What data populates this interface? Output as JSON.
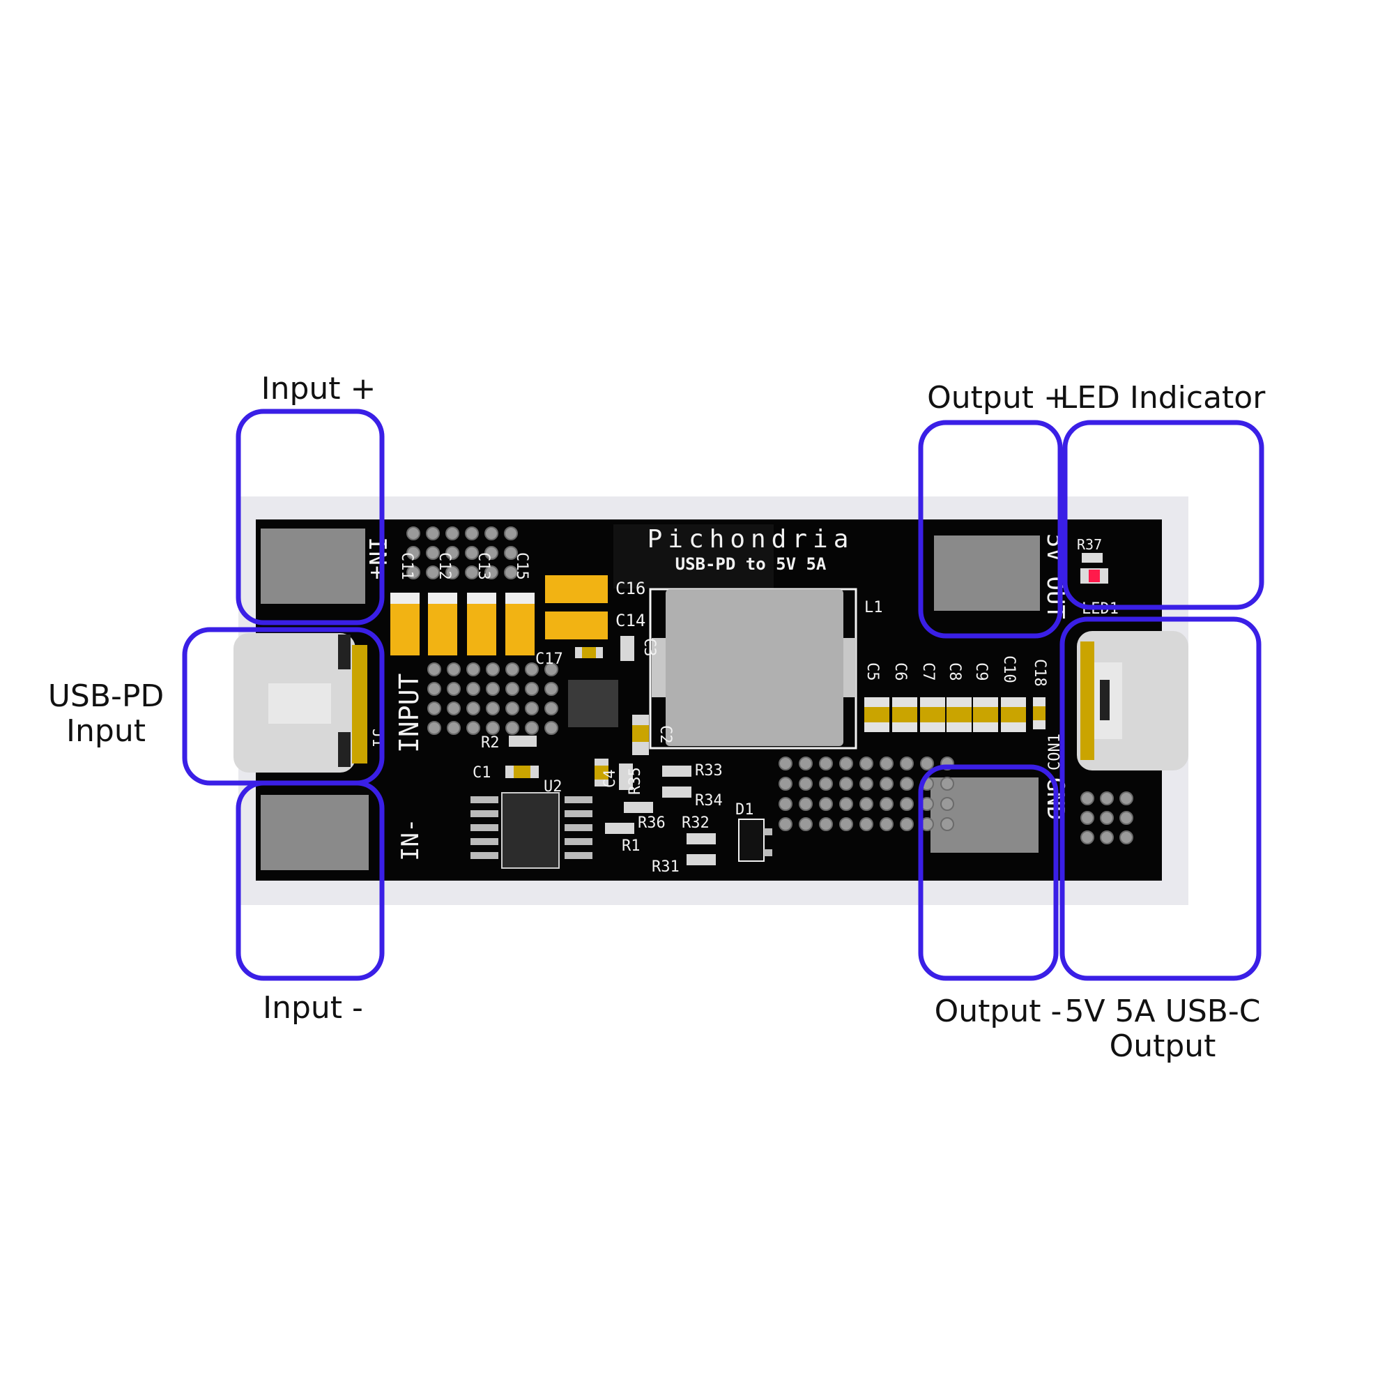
{
  "colors": {
    "background": "#ffffff",
    "board_margin": "#e9e9ee",
    "pcb": "#050505",
    "pad": "#8a8a8a",
    "copper_gold": "#f2b313",
    "via": "#9a9a9a",
    "silkscreen": "#f2f2f2",
    "callout": "#3a1fe6",
    "led_red": "#ff1a4b",
    "connector_metal": "#d8d8d8"
  },
  "labels": {
    "input_plus": "Input +",
    "input_minus": "Input -",
    "usb_pd_input_line1": "USB-PD",
    "usb_pd_input_line2": "Input",
    "output_plus": "Output +",
    "output_minus": "Output -",
    "led_indicator": "LED Indicator",
    "usbc_output_line1": "5V 5A USB-C",
    "usbc_output_line2": "Output"
  },
  "silkscreen": {
    "brand": "Pichondria",
    "subtitle": "USB-PD to 5V 5A",
    "in_plus": "IN+",
    "in_minus": "IN-",
    "input": "INPUT",
    "out_5v": "5V OUT",
    "gnd": "GND",
    "con1": "CON1",
    "led1": "LED1",
    "j1": "J1",
    "refs": {
      "c11": "C11",
      "c12": "C12",
      "c13": "C13",
      "c15": "C15",
      "c16": "C16",
      "c14": "C14",
      "c17": "C17",
      "c3": "C3",
      "c2": "C2",
      "c1": "C1",
      "c4": "C4",
      "r2": "R2",
      "r1": "R1",
      "r35": "R35",
      "r33": "R33",
      "r34": "R34",
      "r36": "R36",
      "r32": "R32",
      "r31": "R31",
      "r37": "R37",
      "d1": "D1",
      "u2": "U2",
      "l1": "L1",
      "c5": "C5",
      "c6": "C6",
      "c7": "C7",
      "c8": "C8",
      "c9": "C9",
      "c10": "C10",
      "c18": "C18"
    }
  }
}
